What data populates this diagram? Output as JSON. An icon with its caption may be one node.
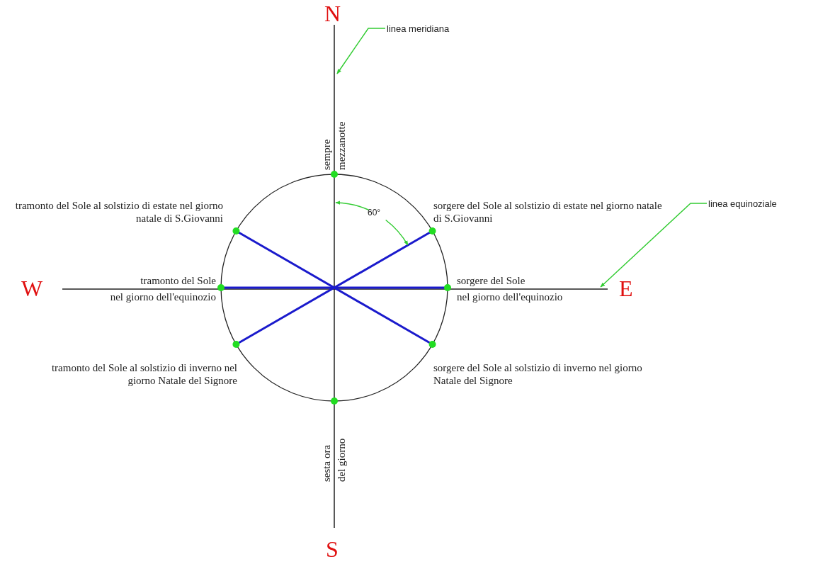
{
  "diagram": {
    "nodes": [
      {
        "text": [
          "linea meridiana"
        ]
      },
      {
        "text": [
          "linea equinoziale"
        ]
      }
    ],
    "edges": [
      {
        "from": 0,
        "to": null,
        "arrow": "to",
        "color": "#33cc33"
      },
      {
        "from": 1,
        "to": null,
        "arrow": "to",
        "color": "#33cc33"
      }
    ],
    "labels": [
      "N",
      "sempre",
      "mezzanotte",
      "tramonto del Sole al solstizio di estate nel giorno natale di S.Giovanni",
      "60°",
      "sorgere del Sole al solstizio di estate nel giorno natale di S.Giovanni",
      "W",
      "tramonto del Sole",
      "nel giorno dell'equinozio",
      "sorgere del Sole",
      "nel giorno dell'equinozio",
      "E",
      "tramonto del Sole al solstizio di inverno nel giorno Natale del Signore",
      "sorgere del Sole al solstizio di inverno nel giorno Natale del Signore",
      "sesta ora",
      "del giorno",
      "S"
    ]
  }
}
